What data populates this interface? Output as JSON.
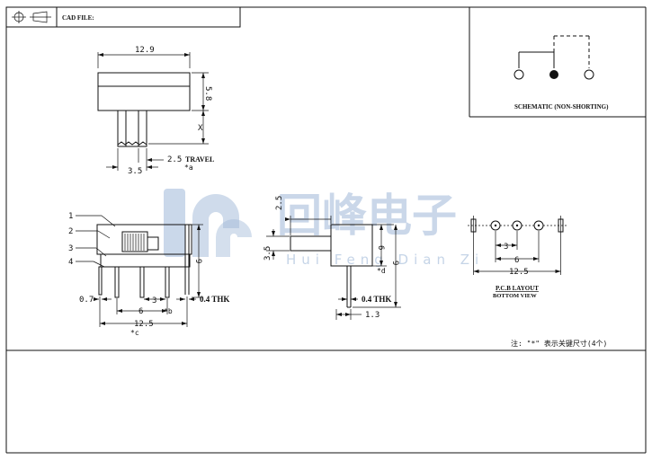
{
  "title_block": {
    "cad_file_label": "CAD FILE:"
  },
  "top_view": {
    "width_dim": "12.9",
    "height_dim": "5.8",
    "x_dim": "X",
    "lever_dim": "3.5",
    "travel_dim": "2.5",
    "travel_label": "TRAVEL",
    "note_a": "*a"
  },
  "schematic": {
    "caption": "SCHEMATIC (NON-SHORTING)"
  },
  "front_view": {
    "callouts": [
      "1",
      "2",
      "3",
      "4"
    ],
    "pin_width": "0.7",
    "pitch": "3",
    "span6": "6",
    "note_b": "*b",
    "overall": "12.5",
    "note_c": "*c",
    "thk": "0.4 THK",
    "height": "9"
  },
  "side_view": {
    "lever_offset": "2.5",
    "lever_dia": "3.5",
    "body_h": "6",
    "total_h": "9",
    "note_d": "*d",
    "thk": "0.4 THK",
    "pin_len": "1.3"
  },
  "pcb_layout": {
    "pitch": "3",
    "span6": "6",
    "overall": "12.5",
    "title": "P.C.B LAYOUT",
    "subtitle": "BOTTOM VIEW"
  },
  "footnote": "注: \"*\" 表示关键尺寸(4个)",
  "watermark": {
    "text": "回峰电子",
    "pinyin": "Hui Feng Dian Zi"
  }
}
